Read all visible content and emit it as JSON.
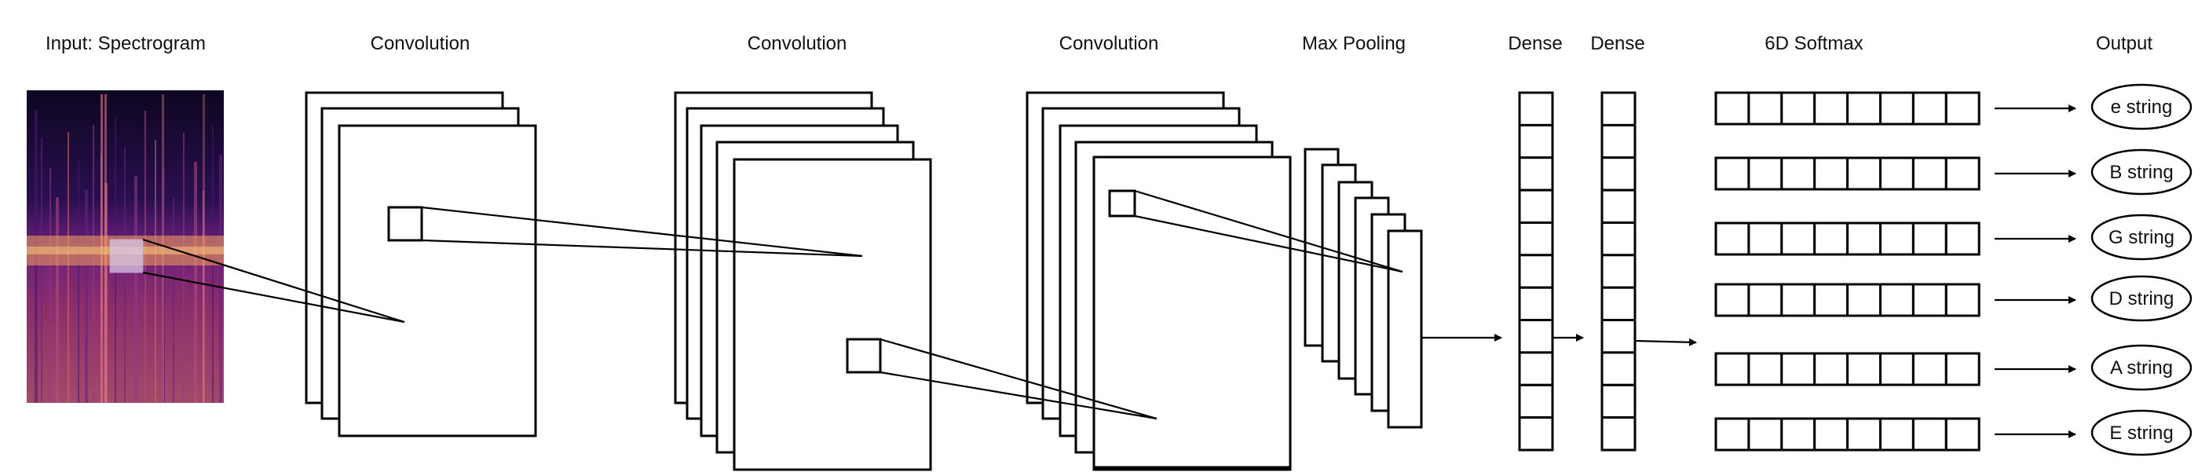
{
  "labels": {
    "input": "Input: Spectrogram",
    "conv1": "Convolution",
    "conv2": "Convolution",
    "conv3": "Convolution",
    "maxpool": "Max Pooling",
    "dense1": "Dense",
    "dense2": "Dense",
    "softmax": "6D Softmax",
    "output": "Output"
  },
  "outputs": [
    "e string",
    "B string",
    "G string",
    "D string",
    "A string",
    "E string"
  ],
  "colors": {
    "stroke": "#000000",
    "spectrogram_dark": "#1a0b3d",
    "spectrogram_mid": "#7b2a8c",
    "spectrogram_bright": "#f08a4b"
  }
}
